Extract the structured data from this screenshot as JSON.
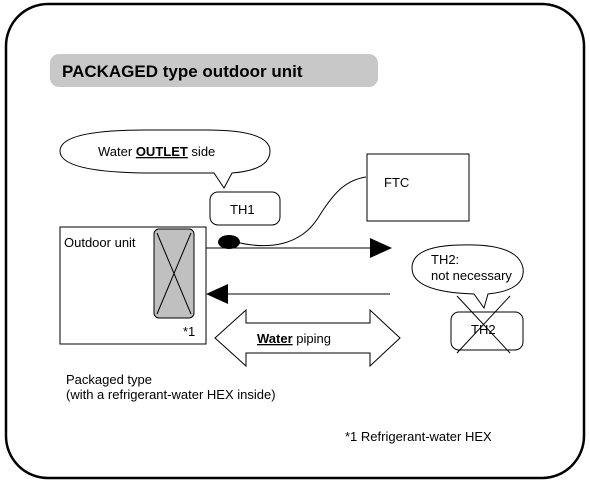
{
  "title": "PACKAGED type outdoor unit",
  "outlet_bubble": {
    "pre": "Water ",
    "bold": "OUTLET",
    "post": " side"
  },
  "th1": "TH1",
  "ftc": "FTC",
  "outdoor_unit": "Outdoor unit",
  "footnote_marker": "*1",
  "th2_bubble": {
    "line1": "TH2:",
    "line2": "not necessary"
  },
  "th2": "TH2",
  "water_piping": {
    "bold": "Water",
    "post": " piping"
  },
  "packaged_type": {
    "line1": "Packaged type",
    "line2": "(with a refrigerant-water HEX inside)"
  },
  "footnote": "*1  Refrigerant-water HEX",
  "colors": {
    "title_bg": "#c8c8c8",
    "hex_fill": "#c0c0c0",
    "frame": "#000000"
  }
}
